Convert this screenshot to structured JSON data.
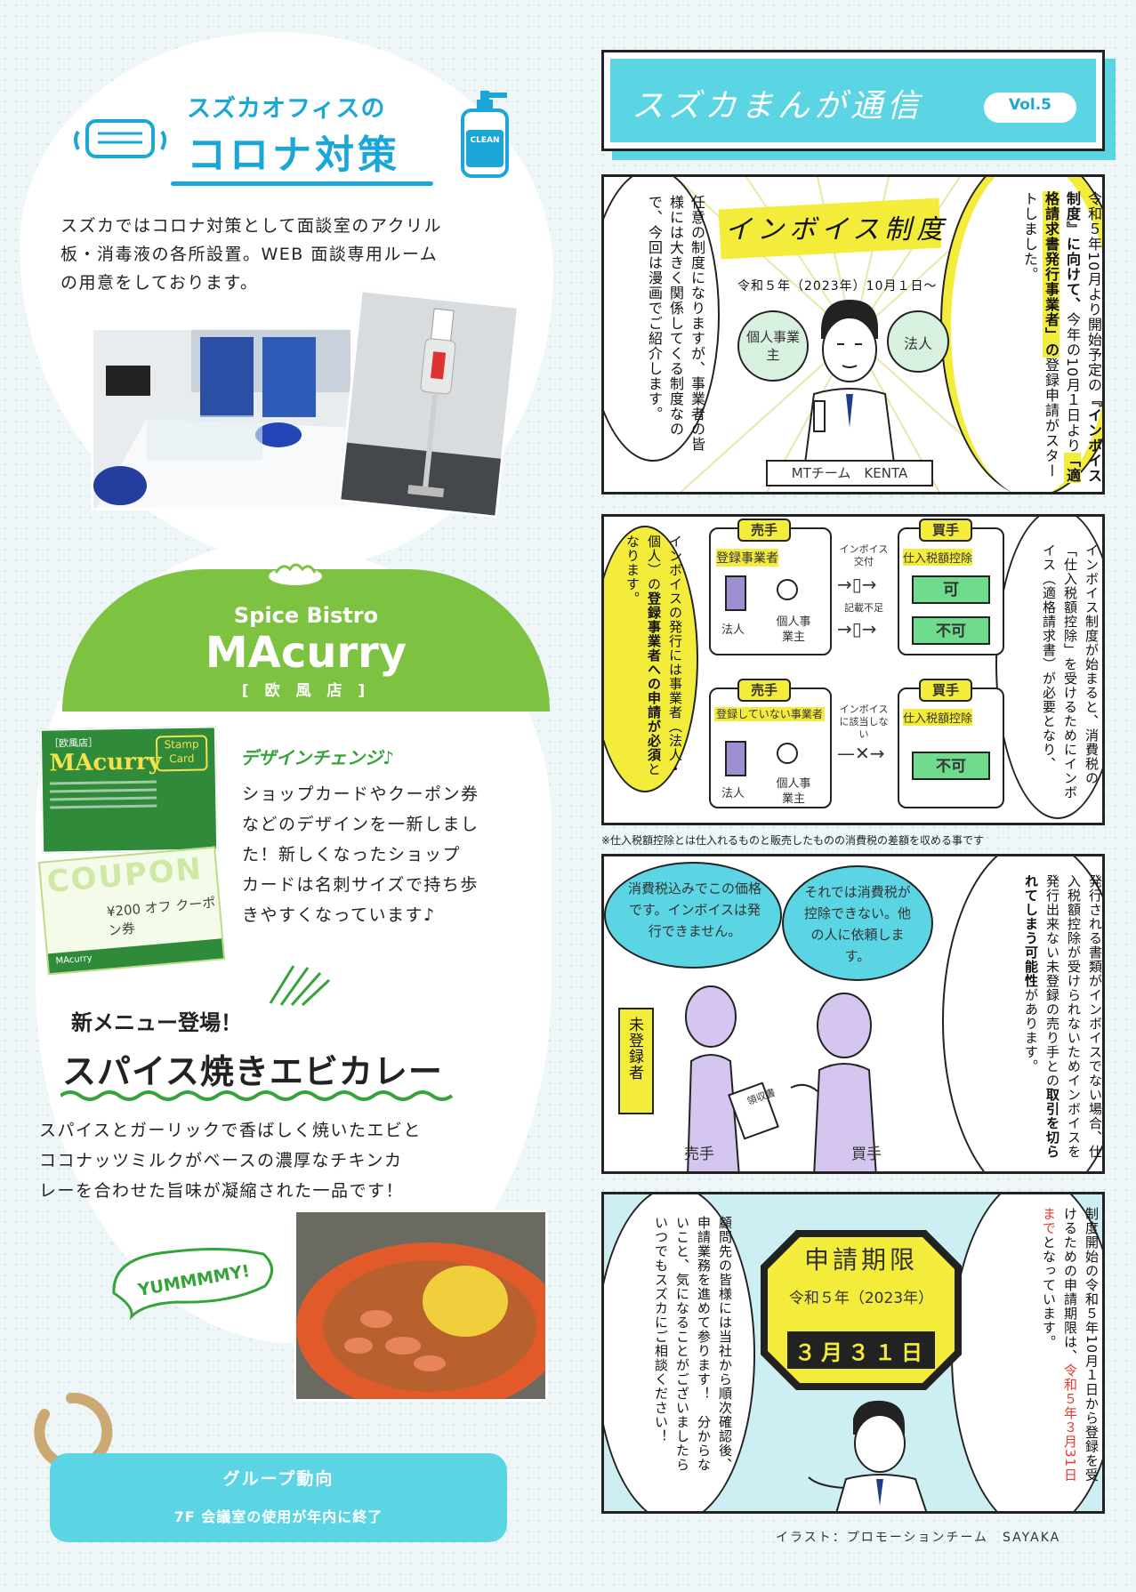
{
  "corona": {
    "title_line1": "スズカオフィスの",
    "title_line2": "コロナ対策",
    "bottle_label": "CLEAN",
    "body_lines": [
      "スズカではコロナ対策として面談室のアクリル",
      "板・消毒液の各所設置。WEB 面談専用ルーム",
      "の用意をしております。"
    ]
  },
  "bistro": {
    "subtitle": "Spice Bistro",
    "name": "MAcurry",
    "branch": "[ 欧 風 店 ]",
    "shopcard_branch": "［欧風店］",
    "shopcard_name": "MAcurry",
    "stamp_text": "Stamp Card",
    "coupon_big": "COUPON",
    "coupon_text": "¥200 オフ クーポン券",
    "coupon_shop": "MAcurry",
    "design_heading": "デザインチェンジ♪",
    "design_body_lines": [
      "ショップカードやクーポン券",
      "などのデザインを一新しまし",
      "た！新しくなったショップ",
      "カードは名刺サイズで持ち歩",
      "きやすくなっています♪"
    ],
    "menu_heading": "新メニュー登場！",
    "menu_title": "スパイス焼きエビカレー",
    "menu_body_lines": [
      "スパイスとガーリックで香ばしく焼いたエビと",
      "ココナッツミルクがベースの濃厚なチキンカ",
      "レーを合わせた旨味が凝縮された一品です！"
    ],
    "yummy": "YUMMMMY!"
  },
  "group": {
    "title": "グループ動向",
    "text": "7F 会議室の使用が年内に終了"
  },
  "manga": {
    "header_title": "スズカまんが通信",
    "vol": "Vol.5",
    "p1": {
      "col1": "令和５年10月より開始予定の",
      "col2": "『インボイス制度』に向けて、",
      "col3": "今年の10月１日より",
      "col4": "「適格請求書発行事業者」の",
      "col5": "登録申請がスタートしました。",
      "bubble_left": "任意の制度になりますが、事業者の皆様には大きく関係してくる制度なので、今回は漫画でご紹介します。",
      "sign_title": "インボイス制度",
      "sign_date": "令和５年（2023年）10月１日～",
      "circle_left": "個人事業主",
      "circle_right": "法人",
      "name_tag": "MTチーム　KENTA"
    },
    "p2": {
      "bubble_right": "インボイス制度が始まると、消費税の「仕入税額控除」を受けるためにインボイス（適格請求書）が必要となり、",
      "bubble_left_a": "インボイスの発行には事業者（法人・個人）の",
      "bubble_left_b": "登録事業者への申請が必須",
      "bubble_left_c": "となります。",
      "seller": "売手",
      "buyer": "買手",
      "registered": "登録事業者",
      "not_registered": "登録していない事業者",
      "corp": "法人",
      "individual": "個人事業主",
      "invoice_issued": "インボイス交付",
      "missing_info": "記載不足",
      "invoice_na": "インボイスに該当しない",
      "deduction": "仕入税額控除",
      "ok": "可",
      "ng": "不可",
      "footnote": "※仕入税額控除とは仕入れるものと販売したものの消費税の差額を収める事です"
    },
    "p3": {
      "narration_a": "発行される書類がインボイスでない場合、仕入税額控除が受けられないため",
      "narration_b": "インボイスを発行出来ない未登録の売り手との",
      "narration_c": "取引を切られてしまう可能性",
      "narration_d": "があります。",
      "bubble_seller": "消費税込みでこの価格です。インボイスは発行できません。",
      "bubble_buyer": "それでは消費税が控除できない。他の人に依頼します。",
      "unregistered_tag": "未登録者",
      "seller_label": "売手",
      "buyer_label": "買手",
      "receipt": "領収書"
    },
    "p4": {
      "narration_a": "制度開始の令和５年10月１日から登録を受けるための申請期限は、",
      "narration_red": "令和５年３月31日まで",
      "narration_b": "となっています。",
      "deadline_title": "申請期限",
      "deadline_year": "令和５年（2023年）",
      "deadline_date": "３月３１日",
      "bubble_a": "顧問先の皆様には当社から順次確認後、申請業務を進めて参ります！",
      "bubble_b": "分からないこと、気になることがございましたらいつでもスズカにご相談ください！"
    },
    "credit": "イラスト：プロモーションチーム　SAYAKA"
  },
  "colors": {
    "accent_blue": "#1aa7d7",
    "cyan": "#5bd5e4",
    "bistro_green": "#7ec242",
    "highlight_yellow": "#f3ec3a",
    "deadline_red": "#e8382f"
  }
}
